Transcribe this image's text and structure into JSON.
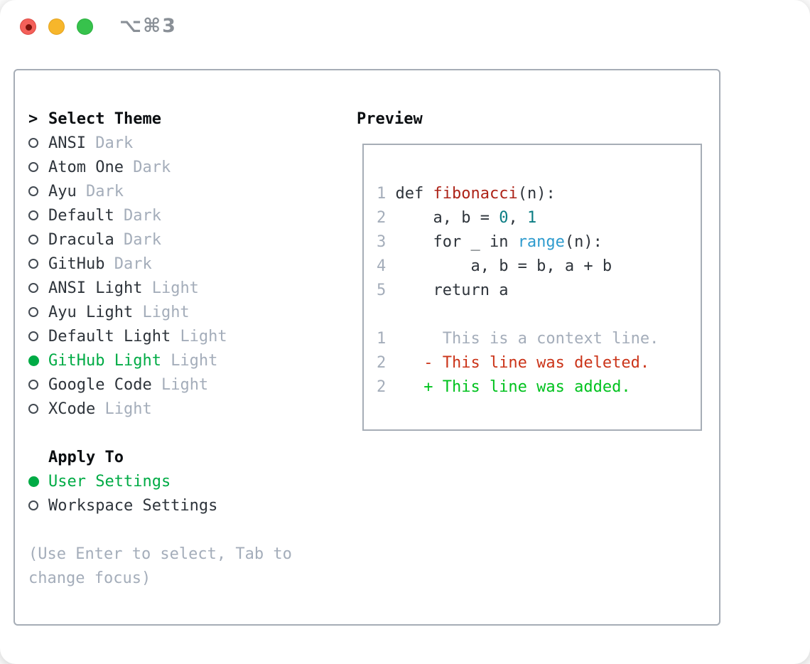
{
  "window": {
    "title": "⌥⌘3"
  },
  "theme_panel": {
    "prompt": ">",
    "header": "Select Theme",
    "themes": [
      {
        "name": "ANSI",
        "variant": "Dark",
        "selected": false
      },
      {
        "name": "Atom One",
        "variant": "Dark",
        "selected": false
      },
      {
        "name": "Ayu",
        "variant": "Dark",
        "selected": false
      },
      {
        "name": "Default",
        "variant": "Dark",
        "selected": false
      },
      {
        "name": "Dracula",
        "variant": "Dark",
        "selected": false
      },
      {
        "name": "GitHub",
        "variant": "Dark",
        "selected": false
      },
      {
        "name": "ANSI Light",
        "variant": "Light",
        "selected": false
      },
      {
        "name": "Ayu Light",
        "variant": "Light",
        "selected": false
      },
      {
        "name": "Default Light",
        "variant": "Light",
        "selected": false
      },
      {
        "name": "GitHub Light",
        "variant": "Light",
        "selected": true
      },
      {
        "name": "Google Code",
        "variant": "Light",
        "selected": false
      },
      {
        "name": "XCode",
        "variant": "Light",
        "selected": false
      }
    ],
    "apply_to": {
      "header": "Apply To",
      "options": [
        {
          "label": "User Settings",
          "selected": true
        },
        {
          "label": "Workspace Settings",
          "selected": false
        }
      ]
    },
    "hint_lines": [
      "(Use Enter to select, Tab to",
      "change focus)"
    ]
  },
  "preview": {
    "header": "Preview",
    "lines": [
      {
        "num": "1",
        "segments": [
          {
            "text": " def ",
            "style": "fg"
          },
          {
            "text": "fibonacci",
            "style": "function"
          },
          {
            "text": "(n):",
            "style": "fg"
          }
        ]
      },
      {
        "num": "2",
        "segments": [
          {
            "text": "     a, b = ",
            "style": "fg"
          },
          {
            "text": "0",
            "style": "number"
          },
          {
            "text": ", ",
            "style": "fg"
          },
          {
            "text": "1",
            "style": "number"
          }
        ]
      },
      {
        "num": "3",
        "segments": [
          {
            "text": "     for _ in ",
            "style": "fg"
          },
          {
            "text": "range",
            "style": "builtin"
          },
          {
            "text": "(n):",
            "style": "fg"
          }
        ]
      },
      {
        "num": "4",
        "segments": [
          {
            "text": "         a, b = b, a + b",
            "style": "fg"
          }
        ]
      },
      {
        "num": "5",
        "segments": [
          {
            "text": "     return a",
            "style": "fg"
          }
        ]
      },
      {
        "num": "",
        "segments": []
      },
      {
        "num": "1",
        "segments": [
          {
            "text": "      This is a context line.",
            "style": "context"
          }
        ]
      },
      {
        "num": "2",
        "segments": [
          {
            "text": "    - This line was deleted.",
            "style": "deleted"
          }
        ]
      },
      {
        "num": "2",
        "segments": [
          {
            "text": "    + This line was added.",
            "style": "added"
          }
        ]
      }
    ]
  },
  "colors": {
    "selection_green": "#00ab45",
    "diff_added_green": "#00c21e",
    "diff_deleted_red": "#cb3419",
    "syntax_function_red": "#ad2318",
    "syntax_number_teal": "#0c7d84",
    "syntax_builtin_blue": "#2e9bce",
    "dim_gray": "#a4adba",
    "text_dark": "#2e343b",
    "panel_border": "#a6adb6",
    "traffic_red": "#f4605a",
    "traffic_yellow": "#f7b62b",
    "traffic_green": "#37c24c"
  }
}
